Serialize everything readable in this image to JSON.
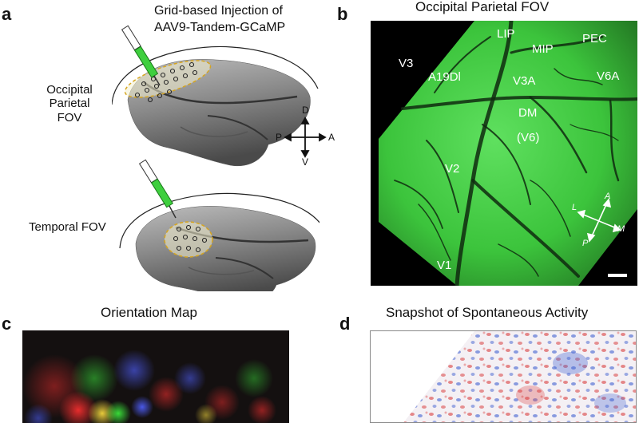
{
  "panel_a": {
    "letter": "a",
    "title_line1": "Grid-based Injection of",
    "title_line2": "AAV9-Tandem-GCaMP",
    "occipital_label_line1": "Occipital Parietal",
    "occipital_label_line2": "FOV",
    "temporal_label": "Temporal FOV",
    "compass": {
      "up": "D",
      "down": "V",
      "left": "P",
      "right": "A"
    }
  },
  "panel_b": {
    "letter": "b",
    "title": "Occipital Parietal FOV",
    "area_labels": {
      "lip": "LIP",
      "mip": "MIP",
      "pec": "PEC",
      "v3": "V3",
      "a19dl": "A19Dl",
      "v3a": "V3A",
      "v6a": "V6A",
      "dm": "DM",
      "v6": "(V6)",
      "v2": "V2",
      "v1": "V1"
    },
    "compass": {
      "a": "A",
      "l": "L",
      "m": "M",
      "p": "P"
    },
    "colors": {
      "fluorescence": "#3cc43c",
      "background": "#000000"
    }
  },
  "panel_c": {
    "letter": "c",
    "title": "Orientation Map"
  },
  "panel_d": {
    "letter": "d",
    "title": "Snapshot of Spontaneous Activity"
  }
}
